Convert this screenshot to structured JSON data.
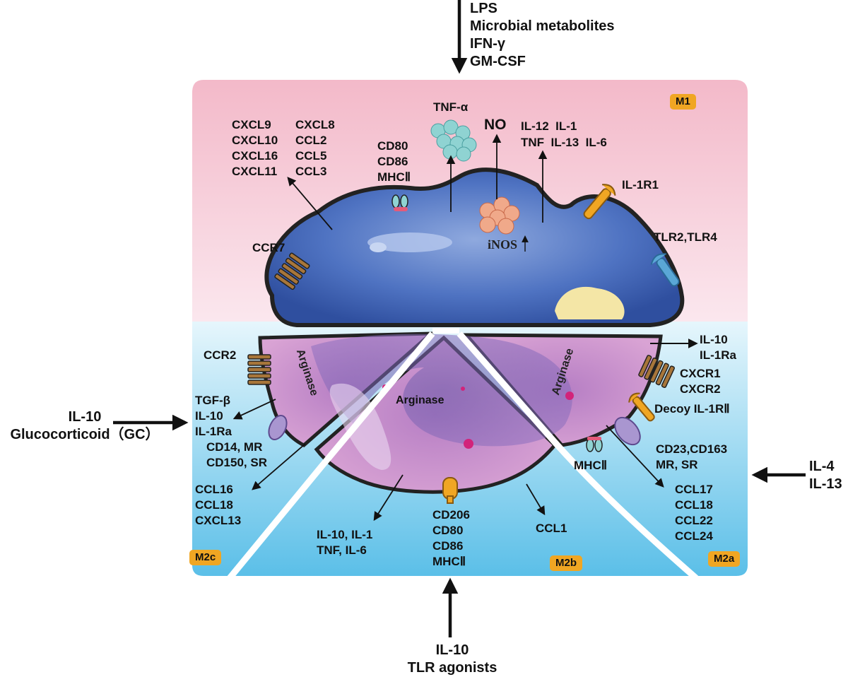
{
  "stimuli": {
    "m1": [
      "LPS",
      "Microbial metabolites",
      "IFN-γ",
      "GM-CSF"
    ],
    "m2c": [
      "IL-10",
      "Glucocorticoid（GC）"
    ],
    "m2a": [
      "IL-4",
      "IL-13"
    ],
    "m2b": [
      "IL-10",
      "TLR agonists"
    ]
  },
  "badges": {
    "m1": "M1",
    "m2c": "M2c",
    "m2b": "M2b",
    "m2a": "M2a"
  },
  "m1": {
    "chemokines_left": [
      "CXCL9",
      "CXCL10",
      "CXCL16",
      "CXCL11"
    ],
    "chemokines_right": [
      "CXCL8",
      "CCL2",
      "CCL5",
      "CCL3"
    ],
    "surface": [
      "CD80",
      "CD86",
      "MHCⅡ"
    ],
    "tnf_alpha": "TNF-α",
    "no": "NO",
    "cytokines_row1": "IL-12  IL-1",
    "cytokines_row2": "TNF  IL-13  IL-6",
    "il1r1": "IL-1R1",
    "tlr": "TLR2,TLR4",
    "ccr7": "CCR7",
    "inos": "iNOS",
    "inos_particle": "iNOS",
    "tnf_particle": "TNF-α"
  },
  "m2c": {
    "ccr2": "CCR2",
    "arginase": "Arginase",
    "secreted": [
      "TGF-β",
      "IL-10",
      "IL-1Ra"
    ],
    "receptors": [
      "CD14, MR",
      "CD150, SR"
    ],
    "chemokines": [
      "CCL16",
      "CCL18",
      "CXCL13"
    ]
  },
  "m2b": {
    "arginase": "Arginase",
    "cytokines": [
      "IL-10, IL-1",
      "TNF, IL-6"
    ],
    "surface": [
      "CD206",
      "CD80",
      "CD86",
      "MHCⅡ"
    ],
    "ccl1": "CCL1"
  },
  "m2a": {
    "arginase": "Arginase",
    "secreted": [
      "IL-10",
      "IL-1Ra"
    ],
    "receptors": [
      "CXCR1",
      "CXCR2"
    ],
    "decoy": "Decoy IL-1RⅡ",
    "mhc": "MHCⅡ",
    "markers": [
      "CD23,CD163",
      "MR, SR"
    ],
    "chemokines": [
      "CCL17",
      "CCL18",
      "CCL22",
      "CCL24"
    ]
  },
  "colors": {
    "m1_top": "#f3b9c9",
    "m2_bottom": "#5bbfe8",
    "m1_cell": "#3b5fb4",
    "m2_cell": "#c87fc4",
    "badge": "#f0a623",
    "receptor_brown": "#a8763a"
  }
}
